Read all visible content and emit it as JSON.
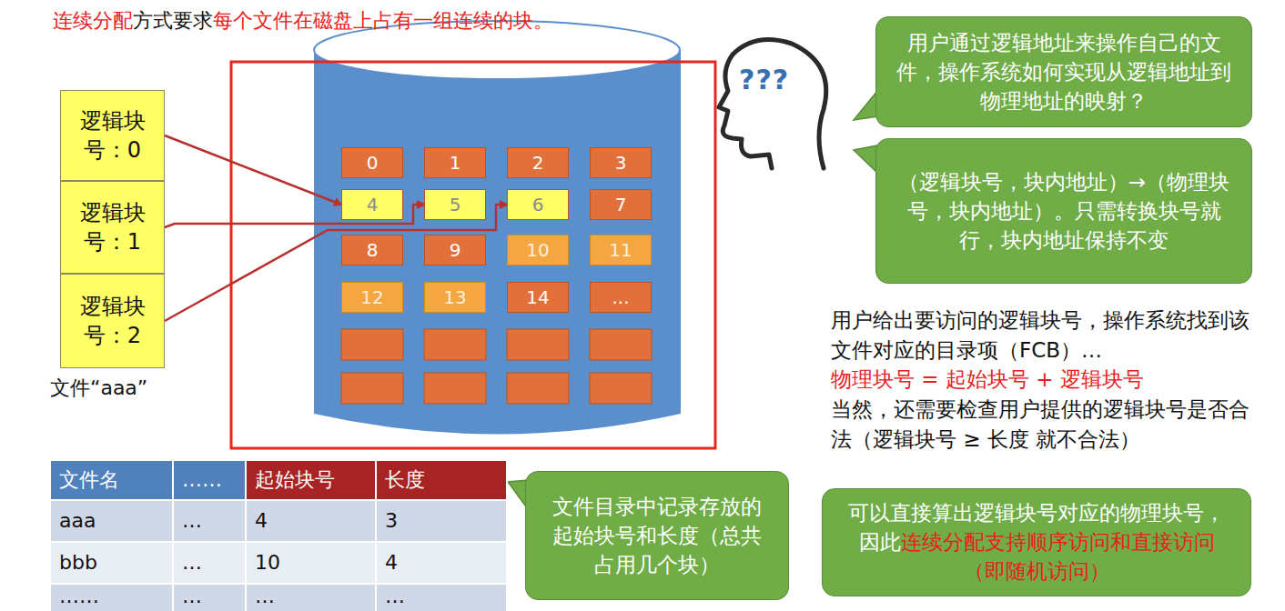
{
  "diagram": {
    "nodes": [
      {
        "text": [
          "逻辑块号：0"
        ]
      },
      {
        "text": [
          "逻辑块号：1"
        ]
      },
      {
        "text": [
          "逻辑块号：2"
        ]
      },
      {
        "text": [
          "0"
        ]
      },
      {
        "text": [
          "1"
        ]
      },
      {
        "text": [
          "2"
        ]
      },
      {
        "text": [
          "3"
        ]
      },
      {
        "text": [
          "4"
        ]
      },
      {
        "text": [
          "5"
        ]
      },
      {
        "text": [
          "6"
        ]
      },
      {
        "text": [
          "7"
        ]
      },
      {
        "text": [
          "8"
        ]
      },
      {
        "text": [
          "9"
        ]
      },
      {
        "text": [
          "10"
        ]
      },
      {
        "text": [
          "11"
        ]
      },
      {
        "text": [
          "12"
        ]
      },
      {
        "text": [
          "13"
        ]
      },
      {
        "text": [
          "14"
        ]
      },
      {
        "text": [
          "..."
        ]
      },
      {
        "text": [
          "文件目录中记录存放的起始块号和长度（总共占用几个块）"
        ]
      },
      {
        "text": [
          "用户通过逻辑地址来操作自己的文件，操作系统如何实现从逻辑地址到物理地址的映射？"
        ]
      },
      {
        "text": [
          "（逻辑块号，块内地址）→（物理块号，块内地址）。只需转换块号就行，块内地址保持不变"
        ]
      },
      {
        "text": [
          "可以直接算出逻辑块号对应的物理块号，因此",
          "连续分配支持顺序访问和直接访问（即随机访问）"
        ]
      }
    ],
    "edges": [
      {
        "from": 0,
        "to": 7,
        "arrow": "to"
      },
      {
        "from": 1,
        "to": 8,
        "arrow": "to"
      },
      {
        "from": 2,
        "to": 9,
        "arrow": "to"
      }
    ],
    "labels": [
      "连续分配",
      "方式要求",
      "每个文件在磁盘上占有一组连续的块。",
      "文件“aaa”",
      "???",
      "文件名",
      "……",
      "起始块号",
      "长度",
      "aaa",
      "…",
      "4",
      "3",
      "bbb",
      "…",
      "10",
      "4",
      "……",
      "…",
      "…",
      "…",
      "用户给出要访问的逻辑块号，操作系统找到该文件对应的目录项（FCB）…",
      "物理块号 = 起始块号 + 逻辑块号",
      "当然，还需要检查用户提供的逻辑块号是否合法（逻辑块号 ≥ 长度 就不合法）"
    ]
  }
}
